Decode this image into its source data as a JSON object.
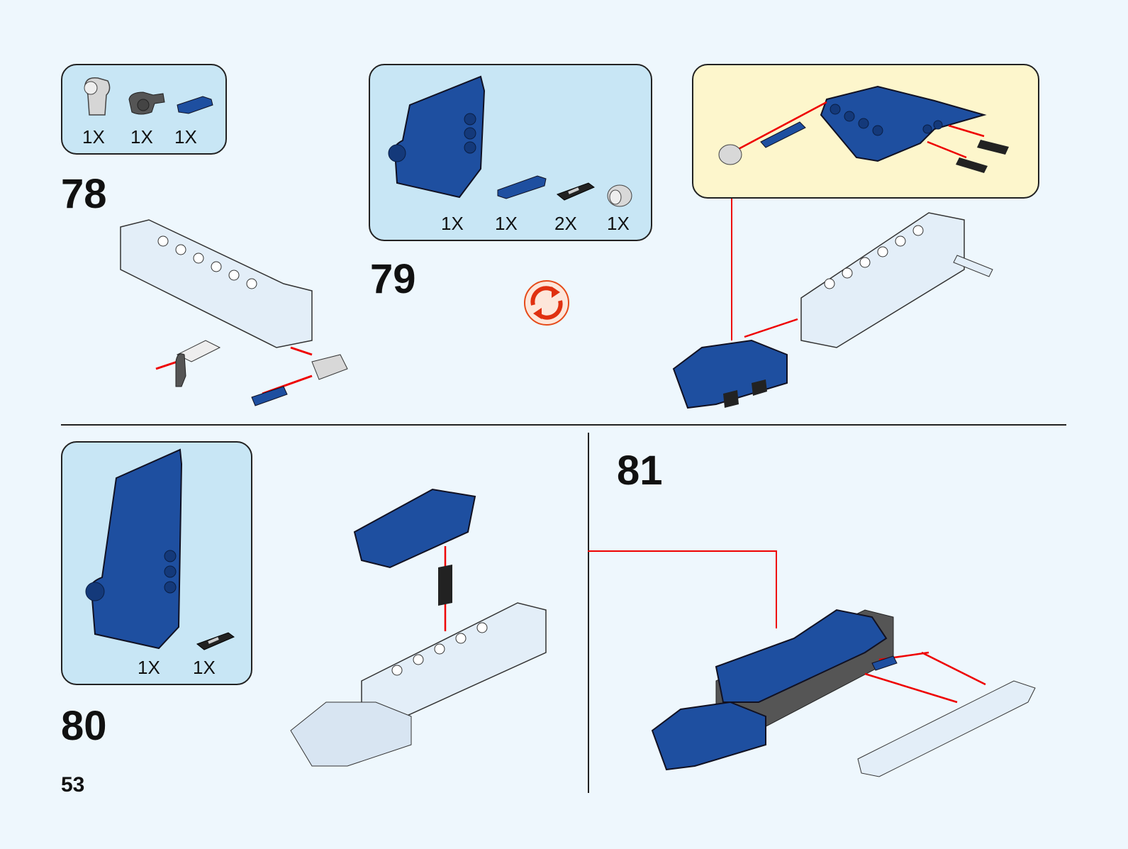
{
  "page_number": "53",
  "colors": {
    "background": "#eef7fd",
    "parts_box": "#c8e6f5",
    "subassembly_box": "#fdf6cc",
    "brick_blue": "#1e4fa0",
    "arrow_red": "#e00000"
  },
  "steps": [
    {
      "number": "78",
      "parts": [
        {
          "icon": "light-gray-connector",
          "qty": "1X"
        },
        {
          "icon": "dark-gray-connector",
          "qty": "1X"
        },
        {
          "icon": "blue-axle-pin",
          "qty": "1X"
        }
      ]
    },
    {
      "number": "79",
      "parts": [
        {
          "icon": "blue-panel",
          "qty": "1X"
        },
        {
          "icon": "blue-axle-pin",
          "qty": "1X"
        },
        {
          "icon": "black-pin",
          "qty": "2X"
        },
        {
          "icon": "gray-bush",
          "qty": "1X"
        }
      ],
      "rotate_icon": "rotate-model-icon"
    },
    {
      "number": "80",
      "parts": [
        {
          "icon": "blue-panel-large",
          "qty": "1X"
        },
        {
          "icon": "black-pin",
          "qty": "1X"
        }
      ]
    },
    {
      "number": "81"
    }
  ]
}
